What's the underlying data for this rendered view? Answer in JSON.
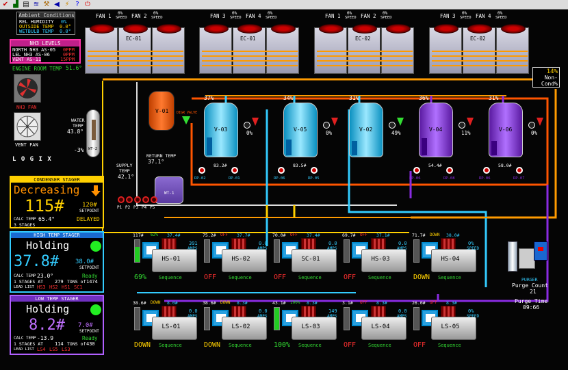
{
  "ambient": {
    "title": "Ambient Conditions",
    "rows": [
      {
        "label": "REL HUMIDITY",
        "value": "0%"
      },
      {
        "label": "OUTSIDE TEMP",
        "value": "0.0°"
      },
      {
        "label": "WETBULB TEMP",
        "value": "0.0°"
      }
    ]
  },
  "nh3": {
    "title": "NH3 LEVELS",
    "rows": [
      {
        "label": "NORTH NH3 AS-05",
        "value": "0PPM"
      },
      {
        "label": "LEL NH3 AS-06",
        "value": "0PPM"
      },
      {
        "label": "VENT AS-11",
        "value": "15PPM"
      }
    ]
  },
  "engine_room": {
    "label": "ENGINE ROOM TEMP",
    "value": "51.6°"
  },
  "nh3_fan_label": "NH3 FAN",
  "vent_fan_label": "VENT FAN",
  "logo": "L O G I X",
  "fan_banks": [
    {
      "name": "EC-01",
      "fans": [
        {
          "label": "FAN 1",
          "speed": "0%"
        },
        {
          "label": "FAN 2",
          "speed": "0%"
        }
      ]
    },
    {
      "name": "EC-01",
      "fans": [
        {
          "label": "FAN 3",
          "speed": "0%"
        },
        {
          "label": "FAN 4",
          "speed": "0%"
        }
      ]
    },
    {
      "name": "EC-02",
      "fans": [
        {
          "label": "FAN 1",
          "speed": "0%"
        },
        {
          "label": "FAN 2",
          "speed": "0%"
        }
      ]
    },
    {
      "name": "EC-02",
      "fans": [
        {
          "label": "FAN 3",
          "speed": "0%"
        },
        {
          "label": "FAN 4",
          "speed": "0%"
        }
      ]
    }
  ],
  "speed_word": "SPEED",
  "noncond": {
    "value": "14%",
    "label1": "Non-",
    "label2": "Cond%"
  },
  "water": {
    "label1": "WATER",
    "label2": "TEMP",
    "value": "43.8°",
    "level": "-3%",
    "tank": "WT-2"
  },
  "supply": {
    "label1": "SUPPLY",
    "label2": "TEMP",
    "value": "42.1°"
  },
  "return": {
    "label": "RETURN TEMP",
    "value": "37.1°",
    "tank": "WT-1"
  },
  "pumps": [
    "P1",
    "P2",
    "P3",
    "P4",
    "P5"
  ],
  "v01": {
    "name": "V-01",
    "valve": "DIGR VALVE"
  },
  "vessels": [
    {
      "name": "V-03",
      "level": "37%",
      "valve": "0%",
      "amps": "83.2#",
      "pumps": [
        "RP-02",
        "RP-01"
      ]
    },
    {
      "name": "V-05",
      "level": "34%",
      "valve": "0%",
      "amps": "83.5#",
      "pumps": [
        "RP-06",
        "RP-05"
      ]
    },
    {
      "name": "V-02",
      "level": "31%",
      "valve": "49%",
      "amps": "",
      "pumps": []
    },
    {
      "name": "V-04",
      "level": "36%",
      "valve": "11%",
      "amps": "54.4#",
      "pumps": [
        "RP-06",
        "RP-08"
      ]
    },
    {
      "name": "V-06",
      "level": "31%",
      "valve": "0%",
      "amps": "58.0#",
      "pumps": [
        "RP-06",
        "RP-07"
      ]
    }
  ],
  "condenser": {
    "title": "CONDENSER STAGER",
    "state": "Decreasing",
    "value": "115#",
    "setpoint": "120#",
    "setpoint_label": "SETPOINT",
    "calc_label": "CALC TEMP",
    "calc": "65.4°",
    "stages": "3 STAGES",
    "status": "DELAYED"
  },
  "high": {
    "title": "HIGH TEMP STAGER",
    "state": "Holding",
    "value": "37.8#",
    "setpoint": "38.0#",
    "setpoint_label": "SETPOINT",
    "calc_label": "CALC TEMP",
    "calc": "23.0°",
    "status": "Ready",
    "stages_line": "1 STAGES AT",
    "tons_at": "279",
    "tons_of_label": "TONS of",
    "tons_of": "1474",
    "lead_label": "LEAD LIST",
    "lead": [
      "HS3",
      "HS2",
      "HS1",
      "SC1"
    ]
  },
  "low": {
    "title": "LOW TEMP STAGER",
    "state": "Holding",
    "value": "8.2#",
    "setpoint": "7.0#",
    "setpoint_label": "SETPOINT",
    "calc_label": "CALC TEMP",
    "calc": "-13.9",
    "status": "Ready",
    "stages_line": "1 STAGES AT",
    "tons_at": "114",
    "tons_of_label": "TONS of",
    "tons_of": "430",
    "lead_label": "LEAD LIST",
    "lead": [
      "LS4",
      "LS5",
      "LS3"
    ]
  },
  "compressors_top": [
    {
      "name": "HS-01",
      "bar": "117#",
      "tag": "62%",
      "disch": "37.4#",
      "amps": "391",
      "amps_label": "AMPS",
      "state": "69%",
      "state_color": "#33dd33",
      "seq": "Sequence",
      "fill": 0.69
    },
    {
      "name": "HS-02",
      "bar": "75.2#",
      "tag": "OFF",
      "disch": "37.7#",
      "amps": "0.0",
      "amps_label": "AMPS",
      "state": "OFF",
      "state_color": "#ff3030",
      "seq": "Sequence",
      "fill": 0
    },
    {
      "name": "SC-01",
      "bar": "70.0#",
      "tag": "OFF",
      "disch": "37.4#",
      "amps": "0.0",
      "amps_label": "AMPS",
      "state": "OFF",
      "state_color": "#ff3030",
      "seq": "Sequence",
      "fill": 0
    },
    {
      "name": "HS-03",
      "bar": "69.7#",
      "tag": "OFF",
      "disch": "37.1#",
      "amps": "0.0",
      "amps_label": "AMPS",
      "state": "OFF",
      "state_color": "#ff3030",
      "seq": "Sequence",
      "fill": 0
    },
    {
      "name": "HS-04",
      "bar": "71.7#",
      "tag": "DOWN",
      "disch": "38.0#",
      "amps": "0%",
      "amps_label": "SPEED",
      "state": "DOWN",
      "state_color": "#ffd000",
      "seq": "Sequence",
      "fill": 0
    }
  ],
  "compressors_bottom": [
    {
      "name": "LS-01",
      "bar": "38.6#",
      "tag": "DOWN",
      "disch": "8.0#",
      "amps": "0.0",
      "amps_label": "AMPS",
      "state": "DOWN",
      "state_color": "#ffd000",
      "seq": "Sequence",
      "fill": 0
    },
    {
      "name": "LS-02",
      "bar": "38.6#",
      "tag": "DOWN",
      "disch": "8.3#",
      "amps": "0.0",
      "amps_label": "AMPS",
      "state": "DOWN",
      "state_color": "#ffd000",
      "seq": "Sequence",
      "fill": 0
    },
    {
      "name": "LS-03",
      "bar": "43.1#",
      "tag": "100%",
      "disch": "8.3#",
      "amps": "149",
      "amps_label": "AMPS",
      "state": "100%",
      "state_color": "#33dd33",
      "seq": "Sequence",
      "fill": 1
    },
    {
      "name": "LS-04",
      "bar": "3.1#",
      "tag": "OFF",
      "disch": "8.3#",
      "amps": "0.0",
      "amps_label": "AMPS",
      "state": "OFF",
      "state_color": "#ff3030",
      "seq": "Sequence",
      "fill": 0
    },
    {
      "name": "LS-05",
      "bar": "26.0#",
      "tag": "OFF",
      "disch": "8.3#",
      "amps": "0%",
      "amps_label": "SPEED",
      "state": "OFF",
      "state_color": "#ff3030",
      "seq": "Sequence",
      "fill": 0
    }
  ],
  "purger": {
    "name": "PURGER",
    "count_label": "Purge Count",
    "count": "21",
    "time_label": "Purge Time",
    "time": "09:66"
  },
  "colors": {
    "cyan": "#33ccff",
    "orange": "#ff9a00",
    "purple": "#8a2be2",
    "yellow": "#ffd000"
  }
}
